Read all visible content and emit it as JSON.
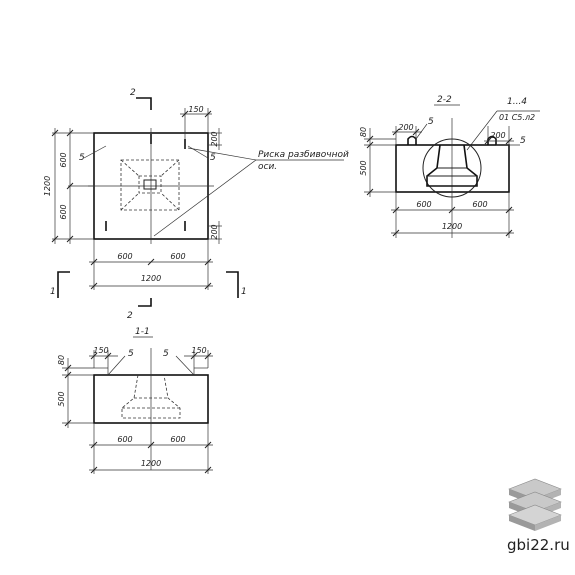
{
  "plan": {
    "section2_mark": "2",
    "section1_mark": "1",
    "width_total": "1200",
    "width_half_left": "600",
    "width_half_right": "600",
    "height_total": "1200",
    "height_top": "600",
    "height_bottom": "600",
    "top_offset": "150",
    "small_200_a": "200",
    "small_200_b": "200",
    "callout_5_left": "5",
    "callout_5_right": "5",
    "note_line1": "Риска разбивочной",
    "note_line2": "оси."
  },
  "section11": {
    "title": "1-1",
    "top_150_left": "150",
    "top_150_right": "150",
    "top_5_left": "5",
    "top_5_right": "5",
    "left_80": "80",
    "left_500": "500",
    "bottom_600_left": "600",
    "bottom_600_right": "600",
    "bottom_1200": "1200"
  },
  "section22": {
    "title": "2-2",
    "ref_mark": "1...4",
    "ref_code": "01 С5.л2",
    "top_200_left": "200",
    "top_200_right": "200",
    "top_5_left": "5",
    "top_5_right": "5",
    "left_80": "80",
    "left_500": "500",
    "bottom_600_left": "600",
    "bottom_600_right": "600",
    "bottom_1200": "1200"
  },
  "brand": {
    "text": "gbi22.ru",
    "logo_icon": "stacked-slabs-icon"
  }
}
